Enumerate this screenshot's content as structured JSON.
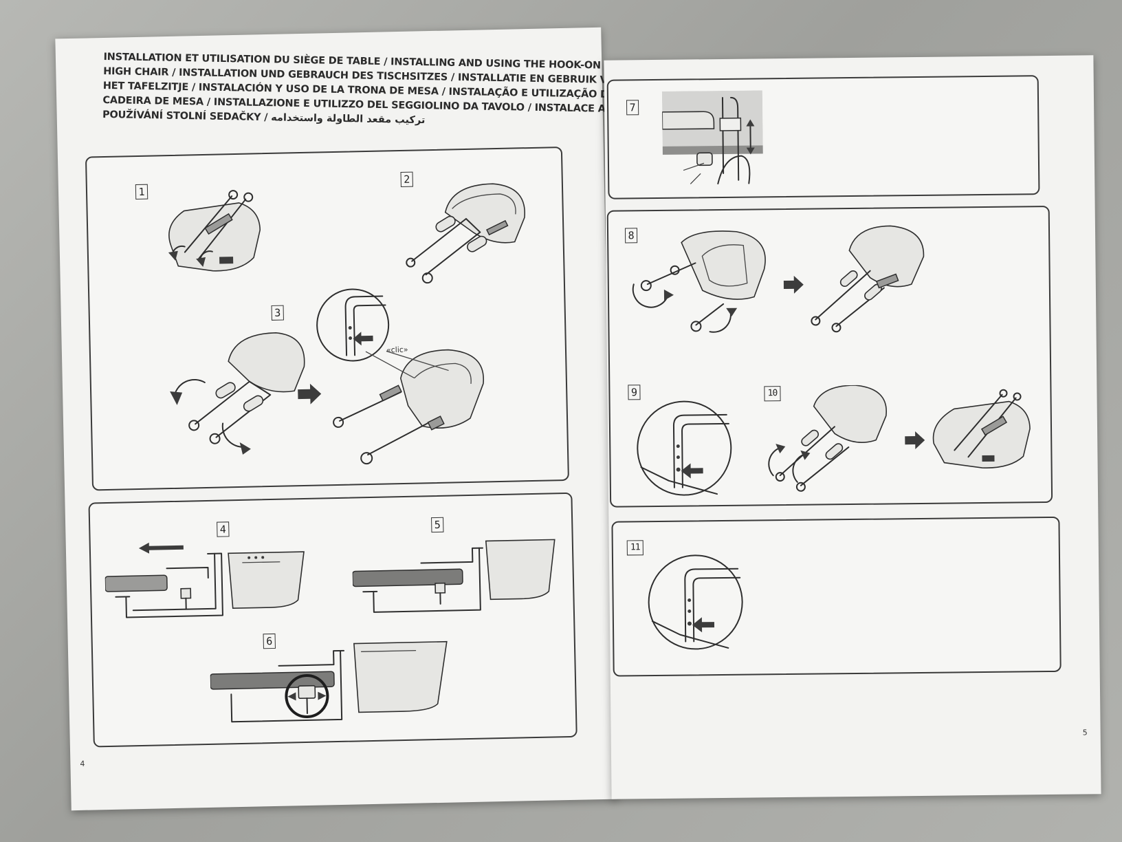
{
  "manual": {
    "title_lines": [
      "INSTALLATION ET UTILISATION DU SIÈGE DE TABLE / INSTALLING AND USING THE HOOK-ON",
      "HIGH CHAIR / INSTALLATION UND GEBRAUCH DES TISCHSITZES / INSTALLATIE EN GEBRUIK VAN",
      "HET TAFELZITJE / INSTALACIÓN Y USO DE LA TRONA DE MESA / INSTALAÇÃO E UTILIZAÇÃO DA",
      "CADEIRA DE MESA / INSTALLAZIONE E UTILIZZO DEL SEGGIOLINO DA TAVOLO / INSTALACE A",
      "POUŽÍVÁNÍ STOLNÍ SEDAČKY / تركيب مقعد الطاولة واستخدامه"
    ],
    "clic_label": "«clic»",
    "page_left_number": "4",
    "page_right_number": "5",
    "steps": [
      "1",
      "2",
      "3",
      "4",
      "5",
      "6",
      "7",
      "8",
      "9",
      "10",
      "11"
    ]
  }
}
